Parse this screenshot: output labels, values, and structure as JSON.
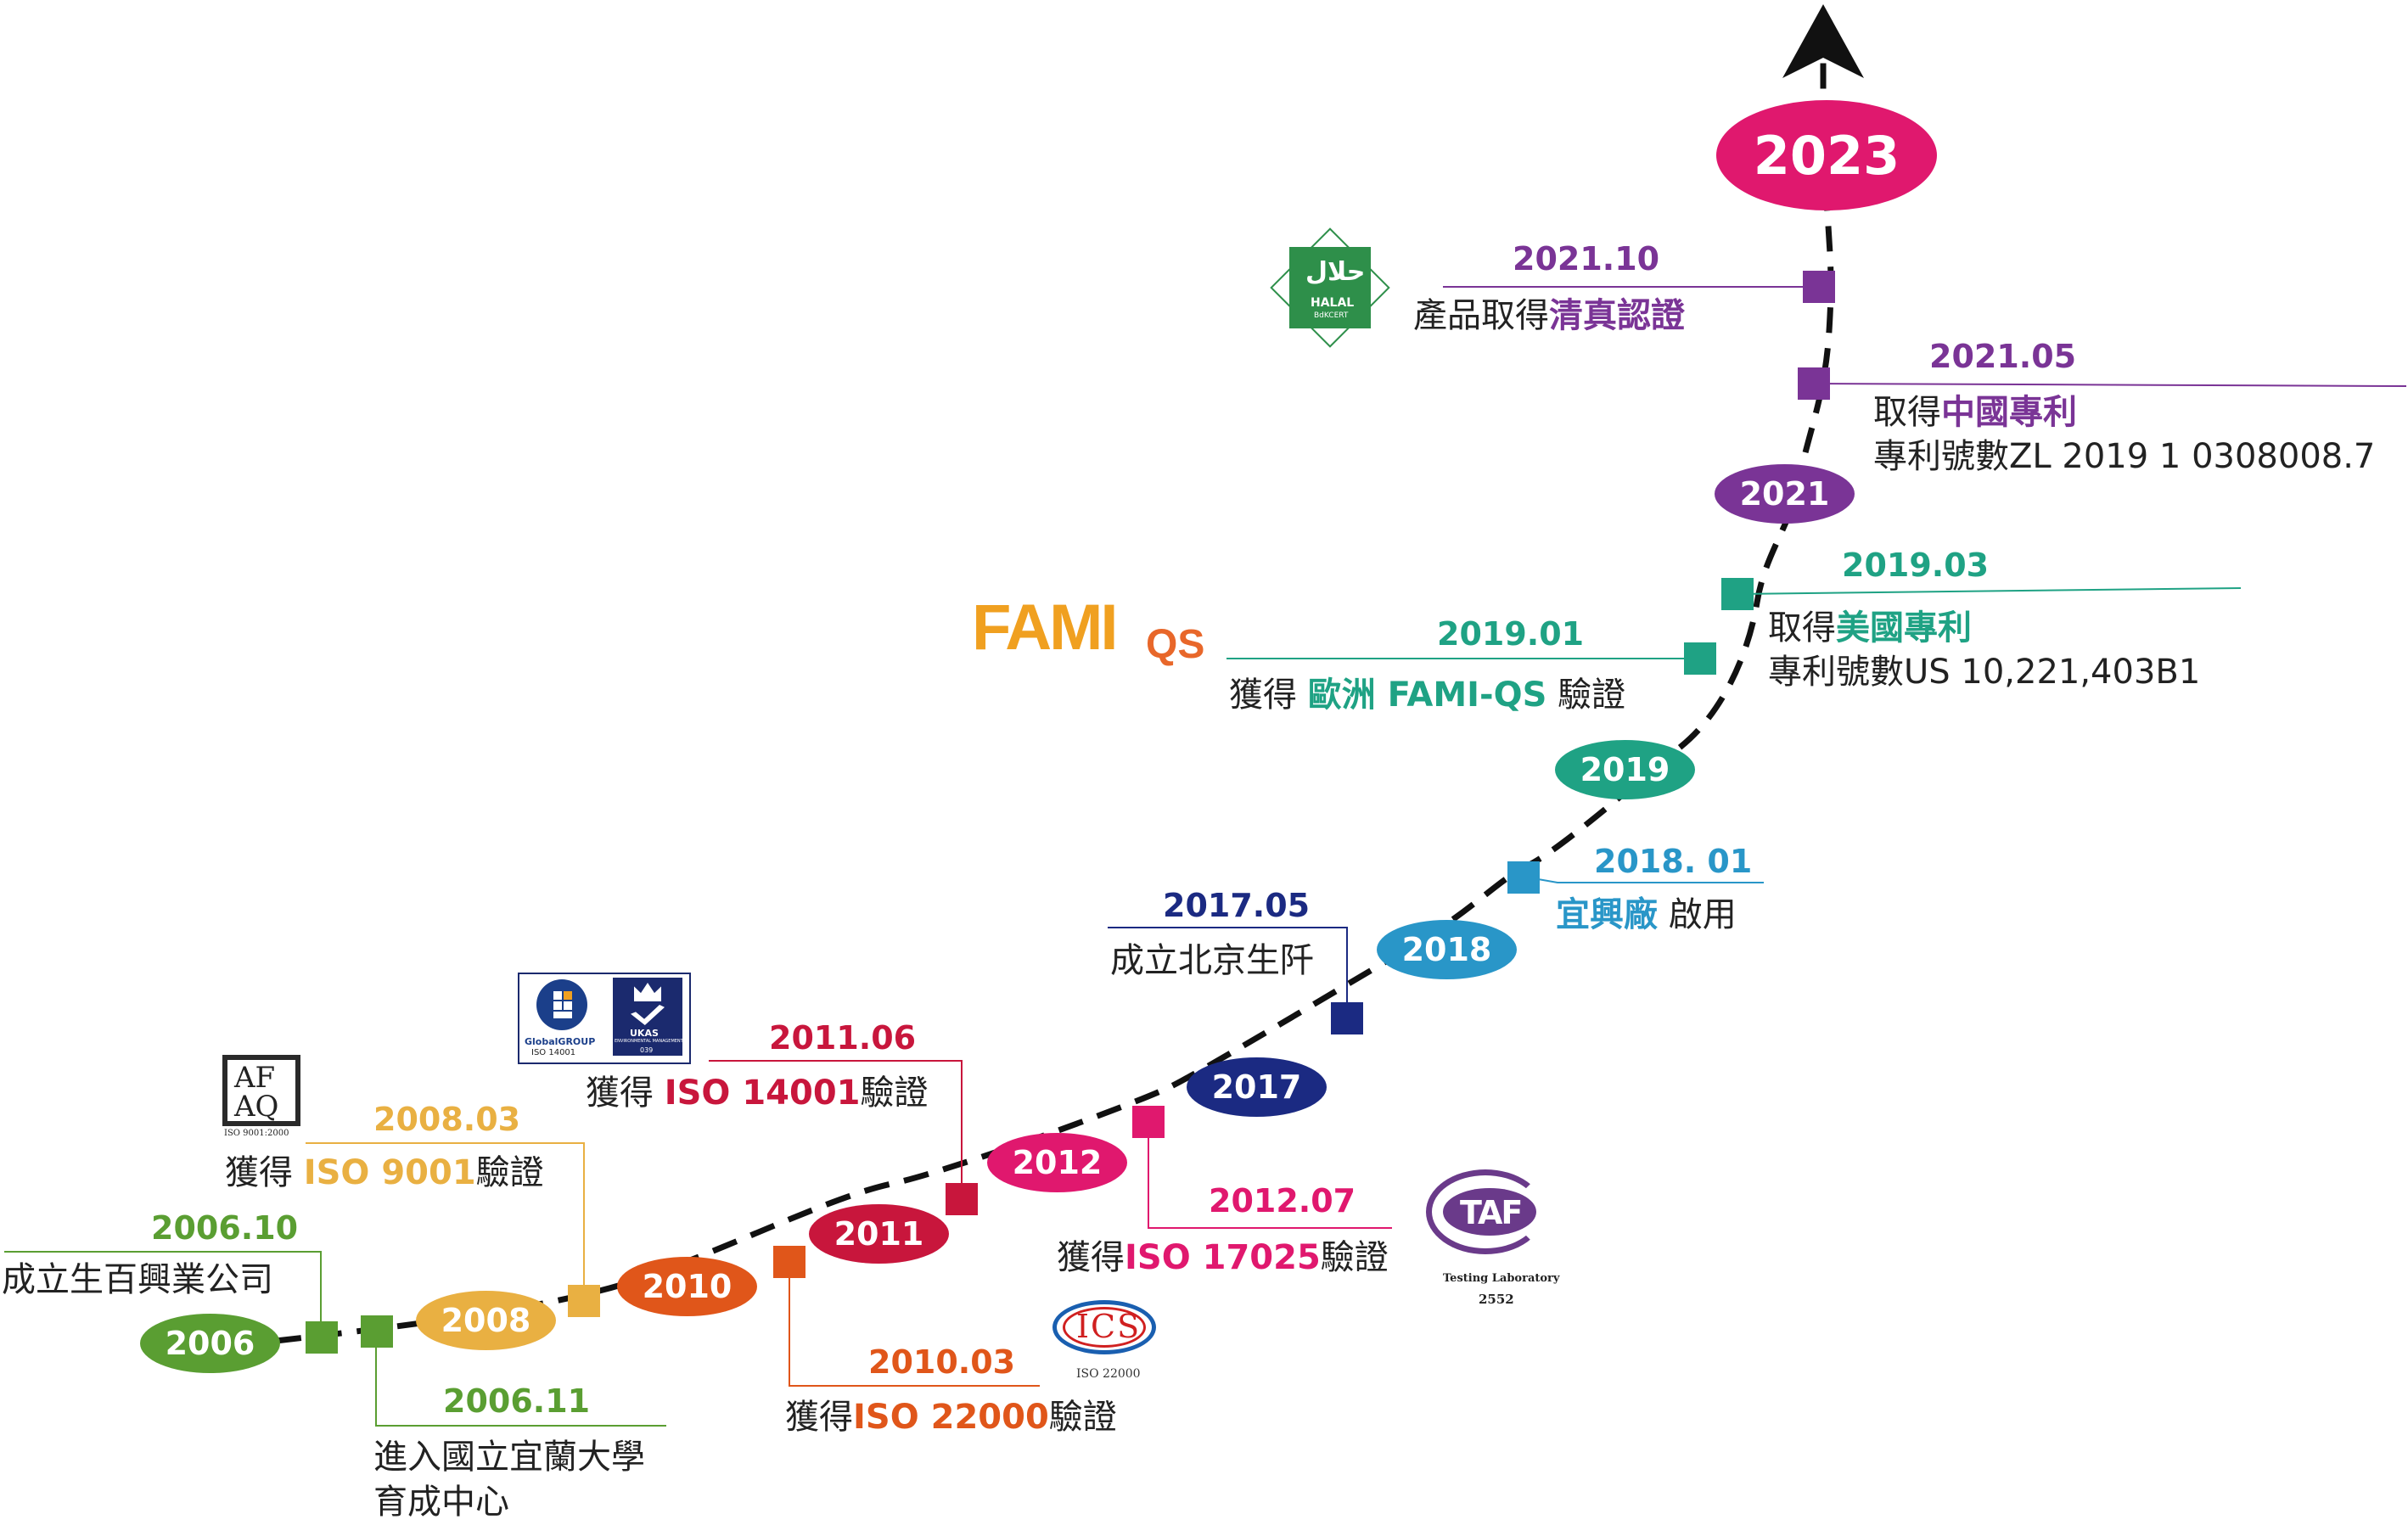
{
  "colors": {
    "green": "#5a9e32",
    "yellow": "#e9b042",
    "orange": "#e0561a",
    "crimson": "#c8163c",
    "magenta": "#e0186e",
    "navy": "#1b2a82",
    "sky": "#2996c8",
    "teal": "#1fa284",
    "purple": "#7a3496",
    "path": "#111111"
  },
  "years": [
    "2006",
    "2008",
    "2010",
    "2011",
    "2012",
    "2017",
    "2018",
    "2019",
    "2021",
    "2023"
  ],
  "events": [
    {
      "date": "2006.10",
      "line1": "成立生百興業公司"
    },
    {
      "date": "2006.11",
      "line1": "進入國立宜蘭大學",
      "line2": "育成中心"
    },
    {
      "date": "2008.03",
      "pre": "獲得 ",
      "hl": "ISO 9001",
      "post": "驗證"
    },
    {
      "date": "2010.03",
      "pre": "獲得",
      "hl": "ISO 22000",
      "post": "驗證"
    },
    {
      "date": "2011.06",
      "pre": "獲得 ",
      "hl": "ISO 14001",
      "post": "驗證"
    },
    {
      "date": "2012.07",
      "pre": "獲得",
      "hl": "ISO 17025",
      "post": "驗證"
    },
    {
      "date": "2017.05",
      "line1": "成立北京生阡"
    },
    {
      "date": "2018. 01",
      "hl": "宜興廠",
      "post": " 啟用"
    },
    {
      "date": "2019.01",
      "pre": "獲得 ",
      "hl": "歐洲 FAMI-QS",
      "post": " 驗證"
    },
    {
      "date": "2019.03",
      "pre": "取得",
      "hl": "美國專利",
      "line2": "專利號數US  10,221,403B1"
    },
    {
      "date": "2021.05",
      "pre": "取得",
      "hl": "中國專利",
      "line2": "專利號數ZL 2019 1 0308008.7"
    },
    {
      "date": "2021.10",
      "pre": "產品取得",
      "hl": "清真認證"
    }
  ],
  "logos": {
    "afaq": {
      "top": "AF",
      "bottom": "AQ",
      "caption": "ISO 9001:2000",
      "icon": "afaq-logo"
    },
    "global": {
      "brand": "GlobalGROUP",
      "standard": "ISO 14001",
      "ukas": "UKAS",
      "ukas_sub": "ENVIRONMENTAL MANAGEMENT",
      "ukas_num": "039",
      "icon": "globalgroup-ukas-logo"
    },
    "ics": {
      "mark": "ICS",
      "caption": "ISO 22000",
      "icon": "ics-logo"
    },
    "taf": {
      "mark": "TAF",
      "line1": "Testing Laboratory",
      "line2": "2552",
      "icon": "taf-logo"
    },
    "famiqs": {
      "main": "FAMI",
      "sub": "QS",
      "icon": "famiqs-logo"
    },
    "halal": {
      "arabic": "حلال",
      "word": "HALAL",
      "sub": "BdKCERT",
      "icon": "halal-logo"
    }
  }
}
